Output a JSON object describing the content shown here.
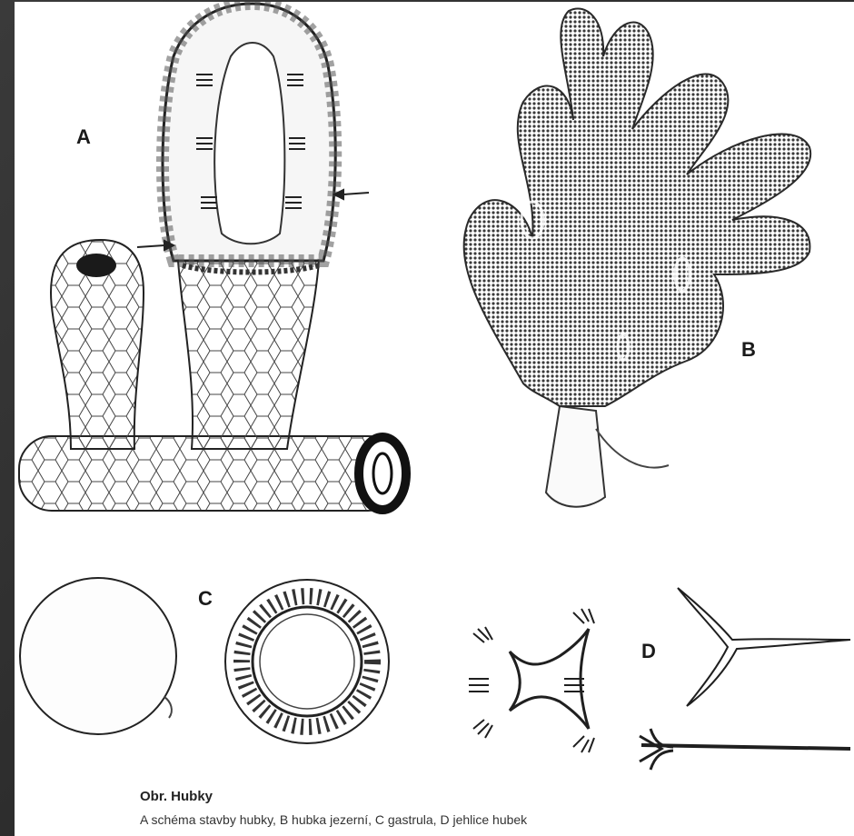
{
  "figure": {
    "labels": {
      "a": "A",
      "b": "B",
      "c": "C",
      "d": "D"
    },
    "caption": {
      "title": "Obr. Hubky",
      "text": "A schéma stavby hubky, B hubka jezerní, C gastrula, D jehlice hubek"
    }
  },
  "colors": {
    "background": "#2f2f2f",
    "panel": "#ffffff",
    "ink": "#1a1a1a"
  }
}
